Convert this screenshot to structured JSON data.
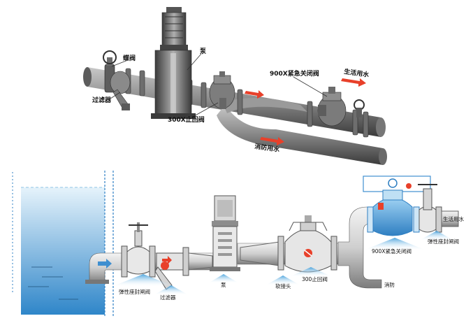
{
  "top_diagram": {
    "labels": {
      "butterfly_valve": "蝶阀",
      "pump": "泵",
      "emergency_valve": "900X紧急关闭阀",
      "domestic_water": "生活用水",
      "strainer": "过滤器",
      "check_valve": "300X止回阀",
      "fire_water": "消防用水"
    }
  },
  "bottom_diagram": {
    "labels": {
      "resilient_gate_valve_left": "弹性座封闸阀",
      "strainer": "过滤器",
      "pump": "泵",
      "flex_joint": "软接头",
      "check_valve": "300止回阀",
      "emergency_valve": "900X紧急关闭阀",
      "resilient_gate_valve_right": "弹性座封闸阀",
      "domestic_water": "生活用水",
      "fire": "消防"
    }
  },
  "colors": {
    "pipe_gray": "#8a8a8a",
    "pipe_dark": "#4a4a4a",
    "accent_red": "#e8402a",
    "valve_blue": "#3f8fd0",
    "water_blue": "#bfe0f4"
  }
}
